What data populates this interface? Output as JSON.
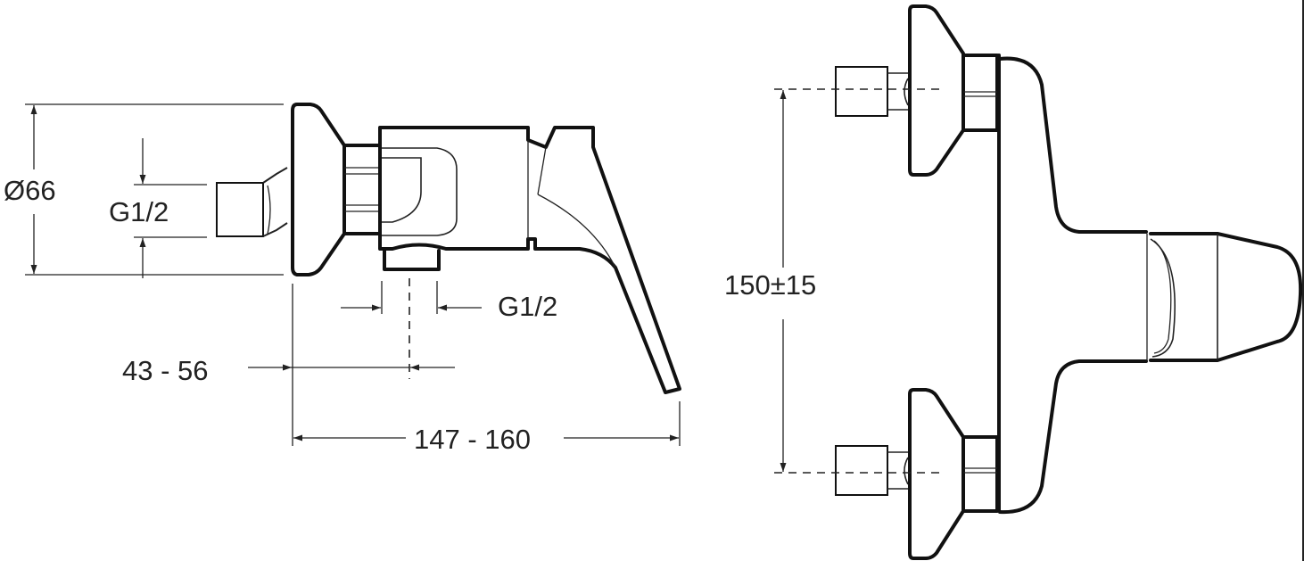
{
  "side_view": {
    "flange_diameter_label": "Ø66",
    "inlet_thread_label": "G1/2",
    "outlet_thread_label": "G1/2",
    "outlet_offset_label": "43 - 56",
    "total_depth_label": "147 - 160"
  },
  "front_view": {
    "inlet_spacing_label": "150±15"
  },
  "colors": {
    "line": "#111111",
    "background": "#ffffff"
  }
}
